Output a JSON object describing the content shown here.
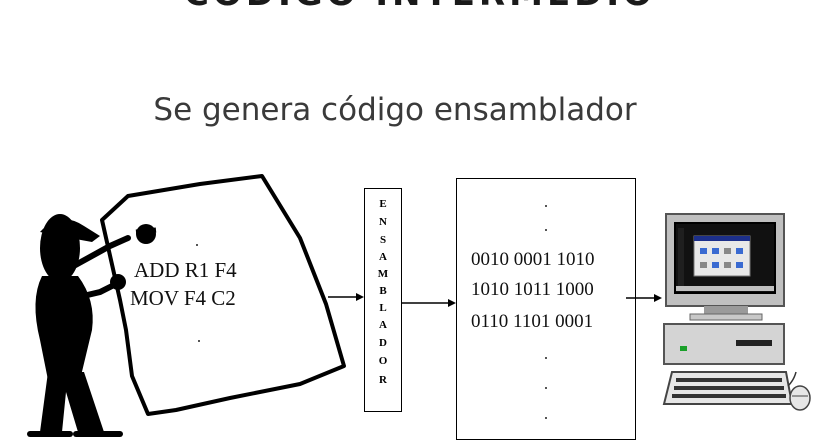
{
  "header": {
    "title": "CÓDIGO INTERMEDIO"
  },
  "subtitle": "Se genera código ensamblador",
  "source_code": [
    "ADD R1 F4",
    "MOV F4 C2"
  ],
  "assembler_box": {
    "letters": [
      "E",
      "N",
      "S",
      "A",
      "M",
      "B",
      "L",
      "A",
      "D",
      "O",
      "R"
    ]
  },
  "binary_output": [
    "0010 0001 1010",
    "1010 1011 1000",
    "0110 1101 0001"
  ]
}
